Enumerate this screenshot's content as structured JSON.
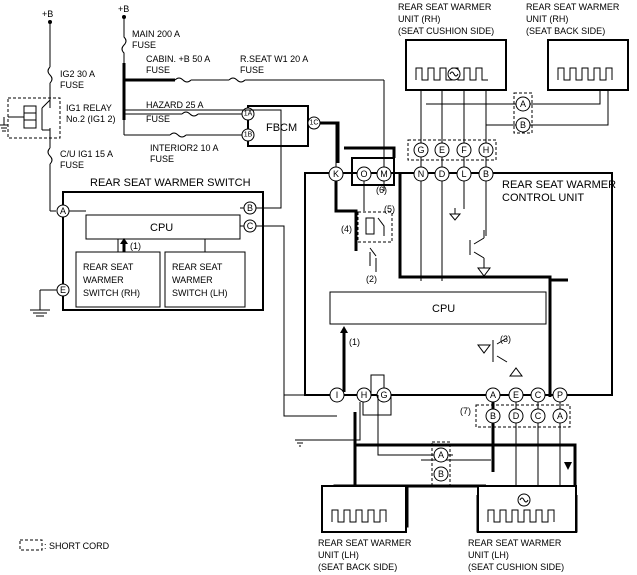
{
  "supply": {
    "b_left": "+B",
    "b_right": "+B"
  },
  "fuses": {
    "ig2": [
      "IG2 30 A",
      "FUSE"
    ],
    "cu_ig1": [
      "C/U IG1 15 A",
      "FUSE"
    ],
    "main": [
      "MAIN 200 A",
      "FUSE"
    ],
    "cabin": [
      "CABIN. +B 50 A",
      "FUSE"
    ],
    "rseat_w1": [
      "R.SEAT W1 20 A",
      "FUSE"
    ],
    "hazard": [
      "HAZARD 25 A",
      "FUSE"
    ],
    "interior2": [
      "INTERIOR2 10 A",
      "FUSE"
    ]
  },
  "relay": [
    "IG1 RELAY",
    "No.2 (IG1 2)"
  ],
  "fbcm": {
    "label": "FBCM",
    "pins": [
      "1A",
      "1B",
      "1C"
    ]
  },
  "switch_unit": {
    "title": "REAR SEAT WARMER SWITCH",
    "cpu": "CPU",
    "left_switch": [
      "REAR SEAT",
      "WARMER",
      "SWITCH (RH)"
    ],
    "right_switch": [
      "REAR SEAT",
      "WARMER",
      "SWITCH (LH)"
    ],
    "pins": [
      "A",
      "B",
      "C",
      "E"
    ],
    "note": "(1)"
  },
  "control_unit": {
    "title": [
      "REAR SEAT WARMER",
      "CONTROL UNIT"
    ],
    "cpu": "CPU",
    "top_pins": [
      "K",
      "O",
      "M",
      "N",
      "D",
      "L",
      "B"
    ],
    "bottom_pins": [
      "I",
      "H",
      "G",
      "A",
      "E",
      "C",
      "P"
    ],
    "notes": [
      "(1)",
      "(2)",
      "(3)",
      "(4)",
      "(5)",
      "(6)"
    ]
  },
  "warmers": {
    "rh_cushion": [
      "REAR SEAT WARMER",
      "UNIT (RH)",
      "(SEAT CUSHION SIDE)"
    ],
    "rh_back": [
      "REAR SEAT WARMER",
      "UNIT (RH)",
      "(SEAT BACK SIDE)"
    ],
    "lh_back": [
      "REAR SEAT WARMER",
      "UNIT (LH)",
      "(SEAT BACK SIDE)"
    ],
    "lh_cushion": [
      "REAR SEAT WARMER",
      "UNIT (LH)",
      "(SEAT CUSHION SIDE)"
    ]
  },
  "connectors": {
    "rh_cushion_pins": [
      "G",
      "E",
      "F",
      "H"
    ],
    "rh_back_pins": [
      "A",
      "B"
    ],
    "lh_cushion_pins": [
      "B",
      "D",
      "C",
      "A"
    ],
    "lh_back_pins": [
      "A",
      "B"
    ],
    "note7": "(7)"
  },
  "legend": {
    "short_cord": ": SHORT CORD"
  }
}
